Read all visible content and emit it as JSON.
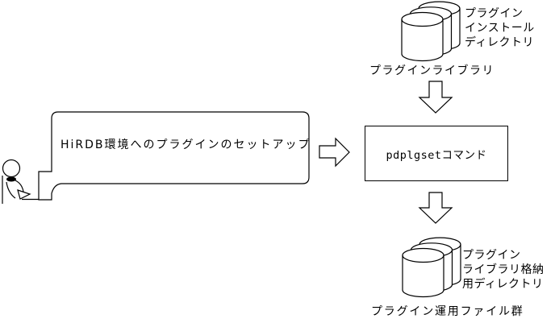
{
  "canvas": {
    "background_color": "#ffffff",
    "line_color": "#000000"
  },
  "actor": {
    "icon": "person-icon"
  },
  "speech_bubble": {
    "text": "HiRDB環境へのプラグインのセットアップ"
  },
  "flow": {
    "actor_to_command_icon": "block-arrow-right-icon",
    "input_to_command_icon": "block-arrow-down-icon",
    "command_to_output_icon": "block-arrow-down-icon"
  },
  "command_box": {
    "label": "pdplgsetコマンド"
  },
  "input_store": {
    "icon": "cylinder-stack-icon",
    "label_lines": [
      "プラグイン",
      "インストール",
      "ディレクトリ"
    ],
    "caption": "プラグインライブラリ"
  },
  "output_store": {
    "icon": "cylinder-stack-icon",
    "label_lines": [
      "プラグイン",
      "ライブラリ格納",
      "用ディレクトリ"
    ],
    "caption": "プラグイン運用ファイル群"
  }
}
